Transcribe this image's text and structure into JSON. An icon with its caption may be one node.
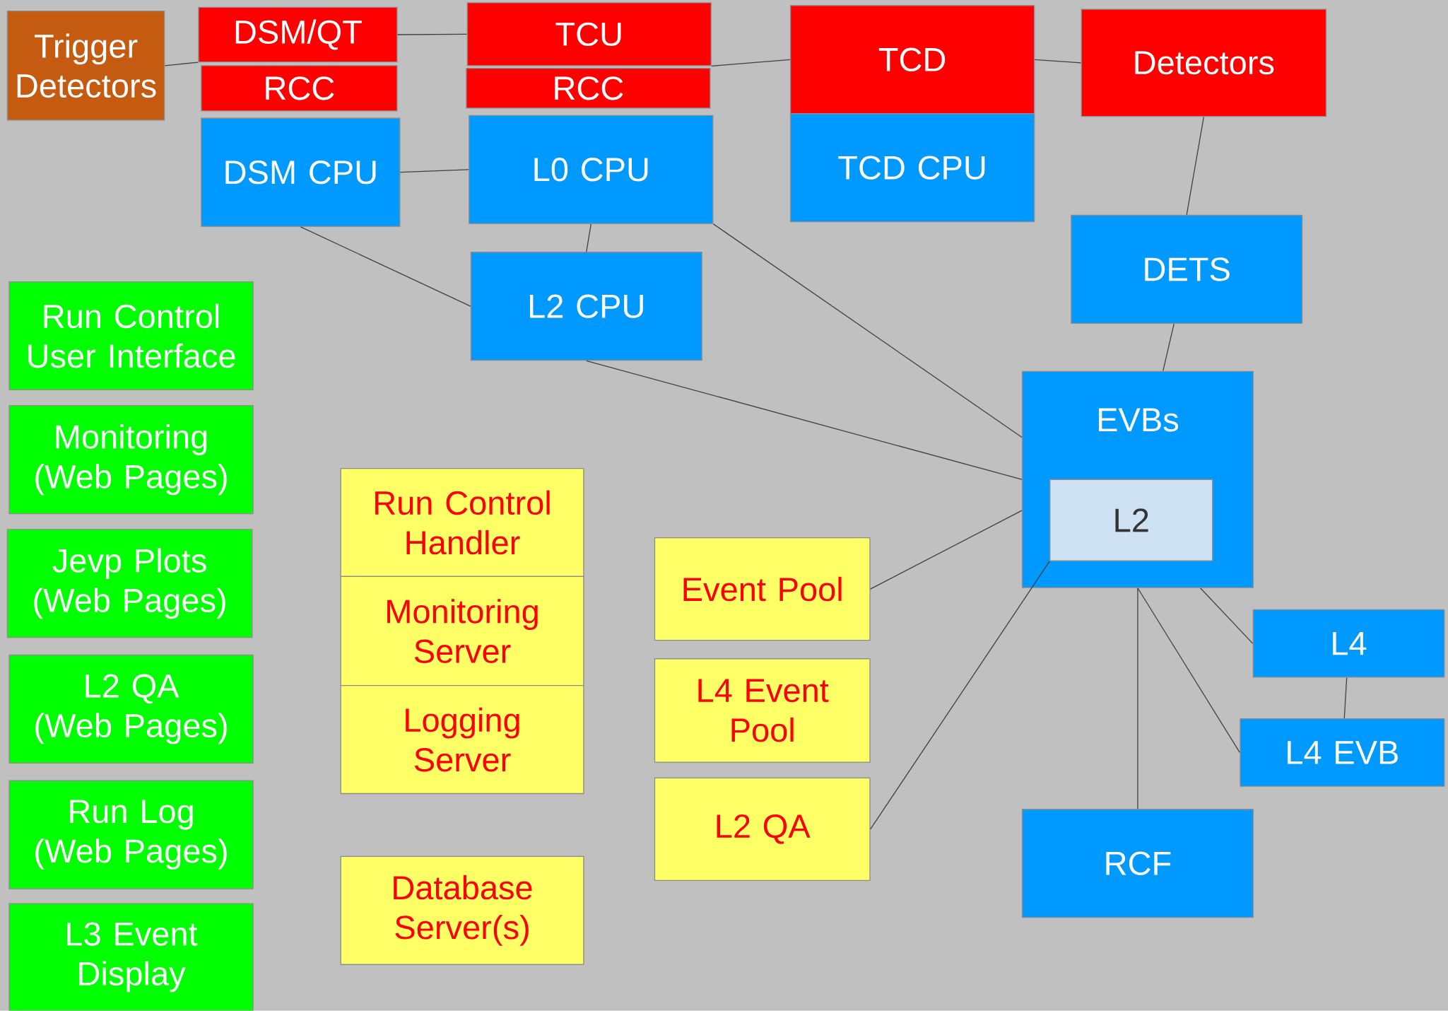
{
  "diagram": {
    "nodes": [
      {
        "text": [
          "Trigger Detectors"
        ]
      },
      {
        "text": [
          "DSM/QT"
        ]
      },
      {
        "text": [
          "RCC"
        ]
      },
      {
        "text": [
          "TCU"
        ]
      },
      {
        "text": [
          "RCC"
        ]
      },
      {
        "text": [
          "TCD"
        ]
      },
      {
        "text": [
          "Detectors"
        ]
      },
      {
        "text": [
          "DSM CPU"
        ]
      },
      {
        "text": [
          "L0 CPU"
        ]
      },
      {
        "text": [
          "TCD CPU"
        ]
      },
      {
        "text": [
          "DETS"
        ]
      },
      {
        "text": [
          "L2 CPU"
        ]
      },
      {
        "text": [
          "Run Control User Interface"
        ]
      },
      {
        "text": [
          "Monitoring (Web Pages)"
        ]
      },
      {
        "text": [
          "Jevp Plots (Web Pages)"
        ]
      },
      {
        "text": [
          "L2 QA (Web Pages)"
        ]
      },
      {
        "text": [
          "Run Log (Web Pages)"
        ]
      },
      {
        "text": [
          "L3 Event Display"
        ]
      },
      {
        "text": [
          "EVBs"
        ]
      },
      {
        "text": [
          "L2"
        ],
        "in": 18
      },
      {
        "text": [
          "Run Control Handler"
        ]
      },
      {
        "text": [
          "Monitoring Server"
        ]
      },
      {
        "text": [
          "Logging Server"
        ]
      },
      {
        "text": [
          "Event Pool"
        ]
      },
      {
        "text": [
          "L4 Event Pool"
        ]
      },
      {
        "text": [
          "L2 QA"
        ]
      },
      {
        "text": [
          "L4"
        ]
      },
      {
        "text": [
          "L4 EVB"
        ]
      },
      {
        "text": [
          "RCF"
        ]
      },
      {
        "text": [
          "Database Server(s)"
        ]
      }
    ],
    "edges": [
      {
        "from": 0,
        "to": 1,
        "arrow": "none"
      },
      {
        "from": 1,
        "to": 3,
        "arrow": "none"
      },
      {
        "from": 3,
        "to": 5,
        "arrow": "none"
      },
      {
        "from": 5,
        "to": 6,
        "arrow": "none"
      },
      {
        "from": 7,
        "to": 8,
        "arrow": "none"
      },
      {
        "from": 8,
        "to": 11,
        "arrow": "none"
      },
      {
        "from": 7,
        "to": 11,
        "arrow": "none"
      },
      {
        "from": 6,
        "to": 10,
        "arrow": "none"
      },
      {
        "from": 10,
        "to": 18,
        "arrow": "none"
      },
      {
        "from": 8,
        "to": 18,
        "arrow": "none"
      },
      {
        "from": 11,
        "to": 18,
        "arrow": "none"
      },
      {
        "from": 23,
        "to": 18,
        "arrow": "none"
      },
      {
        "from": 25,
        "to": 19,
        "arrow": "none"
      },
      {
        "from": 18,
        "to": 28,
        "arrow": "none"
      },
      {
        "from": 18,
        "to": 27,
        "arrow": "none"
      },
      {
        "from": 18,
        "to": 26,
        "arrow": "none"
      },
      {
        "from": 26,
        "to": 27,
        "arrow": "none"
      }
    ]
  }
}
